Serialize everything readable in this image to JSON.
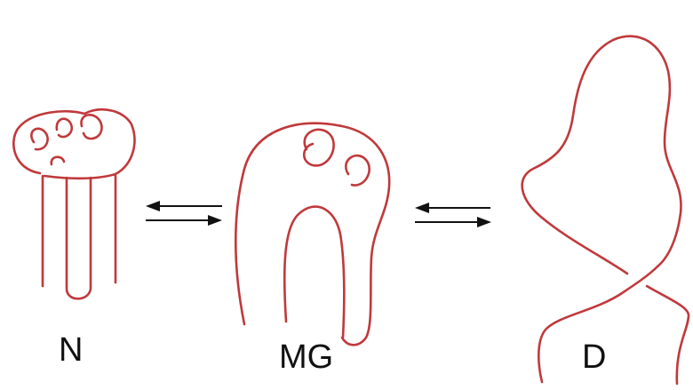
{
  "states": {
    "native": {
      "label": "N"
    },
    "molten_globule": {
      "label": "MG"
    },
    "denatured": {
      "label": "D"
    }
  },
  "equilibria": [
    {
      "from": "N",
      "to": "MG",
      "type": "reversible"
    },
    {
      "from": "MG",
      "to": "D",
      "type": "reversible"
    }
  ],
  "colors": {
    "chain": "#c0393b",
    "arrow": "#111111",
    "text": "#111111"
  }
}
